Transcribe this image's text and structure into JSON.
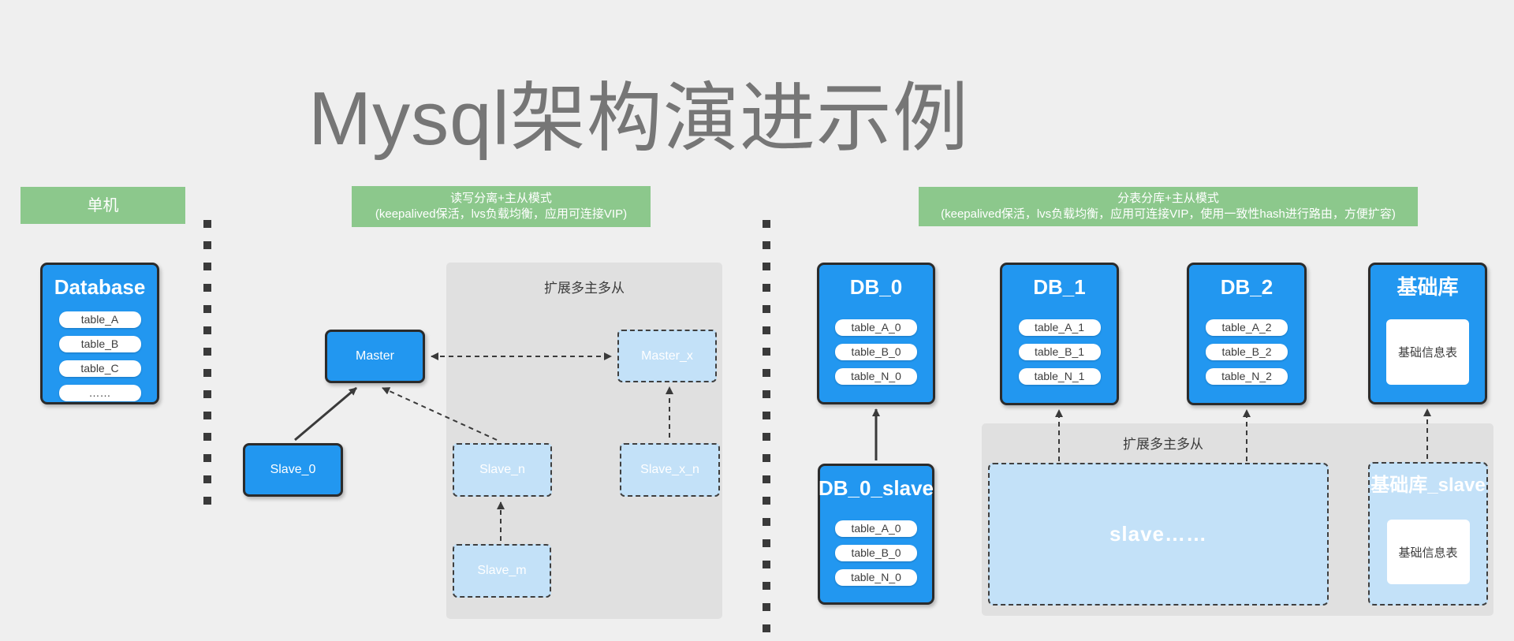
{
  "title": "Mysql架构演进示例",
  "colors": {
    "background": "#efefef",
    "header_green": "#8cc88c",
    "node_blue": "#2297f0",
    "node_light_blue": "#c3e1f8",
    "panel_gray": "#e0e0e0",
    "connector_dark": "#3a3a3a",
    "title_gray": "#767676"
  },
  "sections": [
    {
      "name": "standalone",
      "header": {
        "line1": "单机"
      },
      "database": {
        "title": "Database",
        "tables": [
          "table_A",
          "table_B",
          "table_C",
          "……"
        ]
      }
    },
    {
      "name": "read-write-separation",
      "header": {
        "line1": "读写分离+主从模式",
        "line2": "(keepalived保活，lvs负载均衡，应用可连接VIP)"
      },
      "expansion_panel_label": "扩展多主多从",
      "nodes": {
        "master": "Master",
        "slave_0": "Slave_0",
        "master_x": "Master_x",
        "slave_n": "Slave_n",
        "slave_x_n": "Slave_x_n",
        "slave_m": "Slave_m"
      }
    },
    {
      "name": "sharding",
      "header": {
        "line1": "分表分库+主从模式",
        "line2": "(keepalived保活，lvs负载均衡，应用可连接VIP，使用一致性hash进行路由，方便扩容)"
      },
      "expansion_panel_label": "扩展多主多从",
      "databases": [
        {
          "title": "DB_0",
          "tables": [
            "table_A_0",
            "table_B_0",
            "table_N_0"
          ]
        },
        {
          "title": "DB_1",
          "tables": [
            "table_A_1",
            "table_B_1",
            "table_N_1"
          ]
        },
        {
          "title": "DB_2",
          "tables": [
            "table_A_2",
            "table_B_2",
            "table_N_2"
          ]
        },
        {
          "title": "基础库",
          "inner_table": "基础信息表"
        }
      ],
      "slaves": {
        "db_0_slave": {
          "title": "DB_0_slave",
          "tables": [
            "table_A_0",
            "table_B_0",
            "table_N_0"
          ]
        },
        "slave_more": {
          "title": "slave……"
        },
        "base_slave": {
          "title": "基础库_slave",
          "inner_table": "基础信息表"
        }
      }
    }
  ]
}
